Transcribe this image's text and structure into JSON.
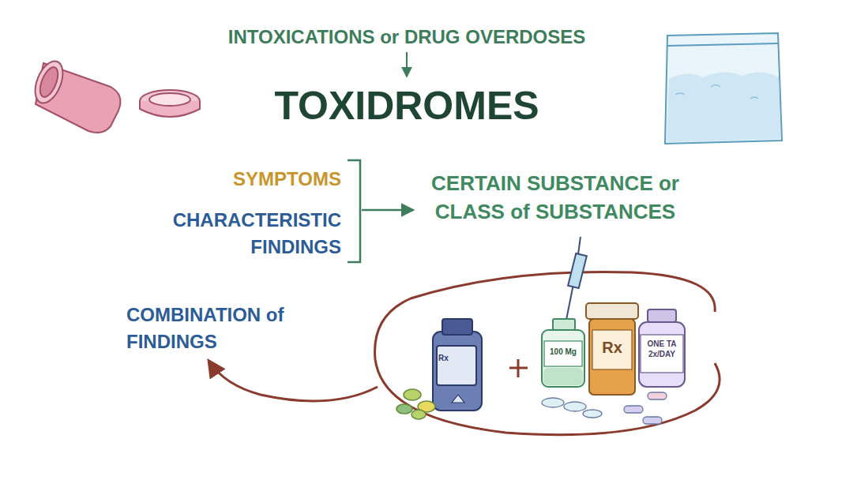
{
  "diagram": {
    "title": "TOXIDROMES",
    "labels": [
      "INTOXICATIONS or DRUG OVERDOSES",
      "SYMPTOMS",
      "CHARACTERISTIC FINDINGS",
      "CERTAIN SUBSTANCE or CLASS of SUBSTANCES",
      "COMBINATION of FINDINGS",
      "Rx",
      "100 Mg",
      "Rx",
      "ONE TA 2x/DAY"
    ]
  }
}
